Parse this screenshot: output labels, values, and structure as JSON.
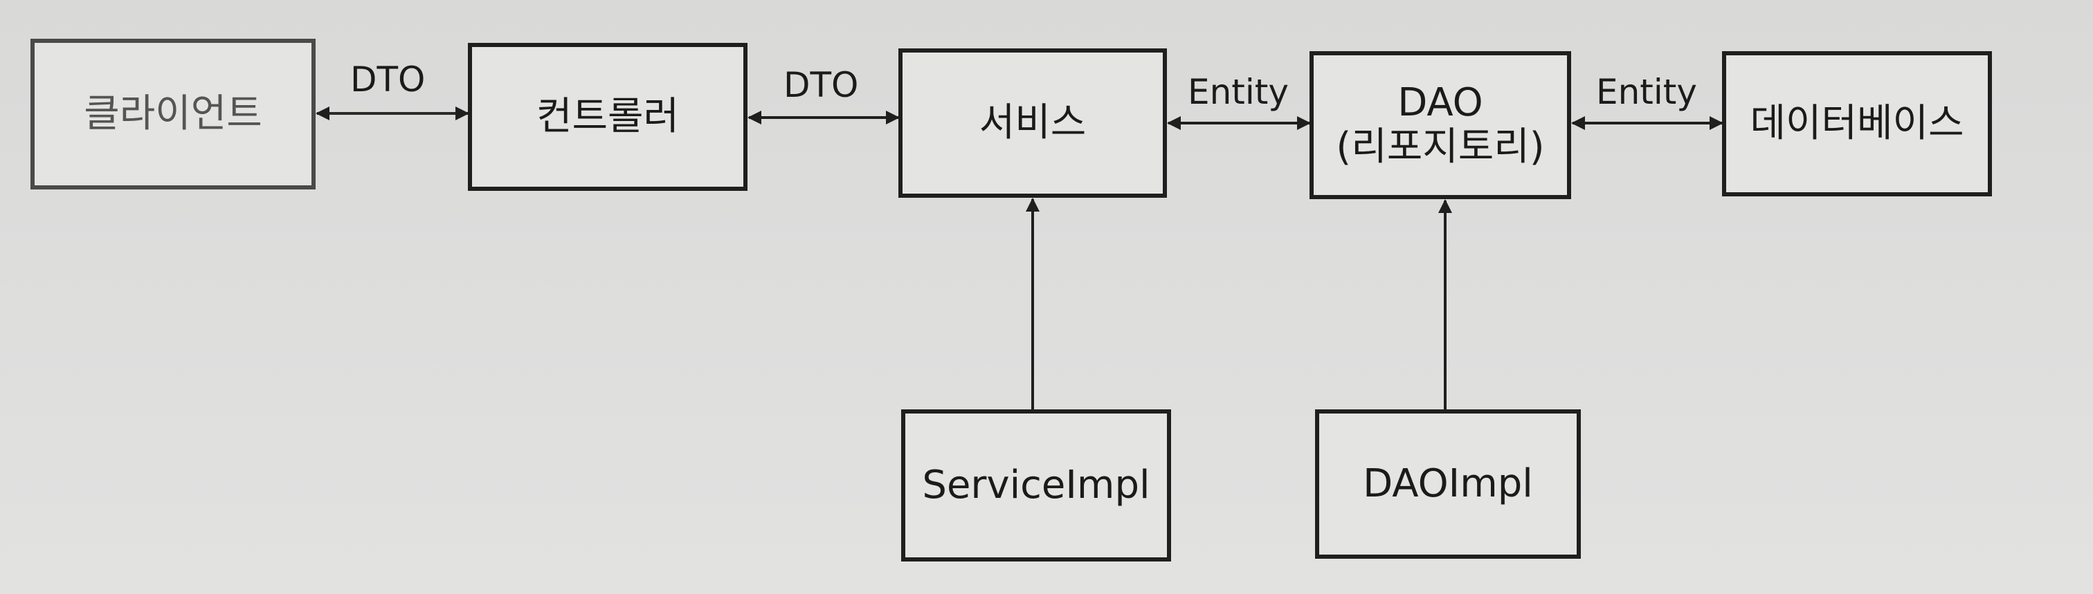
{
  "nodes": {
    "client": "클라이언트",
    "controller": "컨트롤러",
    "service": "서비스",
    "dao": "DAO",
    "dao_sub": "(리포지토리)",
    "database": "데이터베이스",
    "service_impl": "ServiceImpl",
    "dao_impl": "DAOImpl"
  },
  "edges": {
    "client_controller": "DTO",
    "controller_service": "DTO",
    "service_dao": "Entity",
    "dao_database": "Entity"
  },
  "colors": {
    "stroke": "#1f1f1f",
    "background": "#dcdcdb",
    "faded_text": "#555555"
  }
}
